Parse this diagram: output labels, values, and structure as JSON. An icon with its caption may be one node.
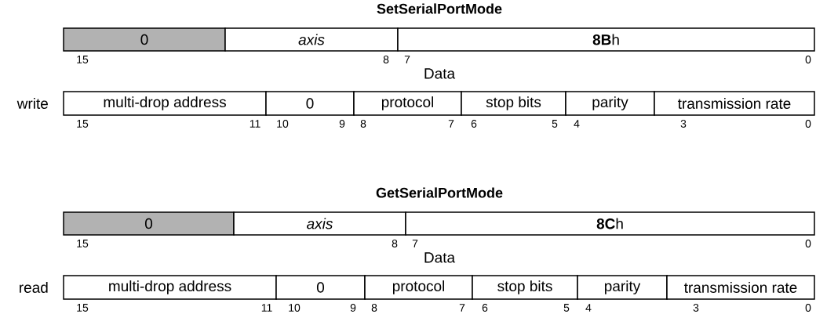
{
  "diagram": {
    "nodes": [
      {
        "text": [
          "0"
        ]
      },
      {
        "text": [
          "axis"
        ]
      },
      {
        "text": [
          "**8B**h"
        ]
      },
      {
        "text": [
          "multi-drop address"
        ]
      },
      {
        "text": [
          "0"
        ]
      },
      {
        "text": [
          "protocol"
        ]
      },
      {
        "text": [
          "stop bits"
        ]
      },
      {
        "text": [
          "parity"
        ]
      },
      {
        "text": [
          "transmission rate"
        ]
      },
      {
        "text": [
          "0"
        ]
      },
      {
        "text": [
          "axis"
        ]
      },
      {
        "text": [
          "**8C**h"
        ]
      },
      {
        "text": [
          "multi-drop address"
        ]
      },
      {
        "text": [
          "0"
        ]
      },
      {
        "text": [
          "protocol"
        ]
      },
      {
        "text": [
          "stop bits"
        ]
      },
      {
        "text": [
          "parity"
        ]
      },
      {
        "text": [
          "transmission rate"
        ]
      }
    ],
    "labels": [
      "SetSerialPortMode",
      "15",
      "8",
      "7",
      "0",
      "Data",
      "write",
      "15",
      "11",
      "10",
      "9",
      "8",
      "7",
      "6",
      "5",
      "4",
      "3",
      "0",
      "GetSerialPortMode",
      "15",
      "8",
      "7",
      "0",
      "Data",
      "read",
      "15",
      "11",
      "10",
      "9",
      "8",
      "7",
      "6",
      "5",
      "4",
      "3",
      "0"
    ]
  }
}
